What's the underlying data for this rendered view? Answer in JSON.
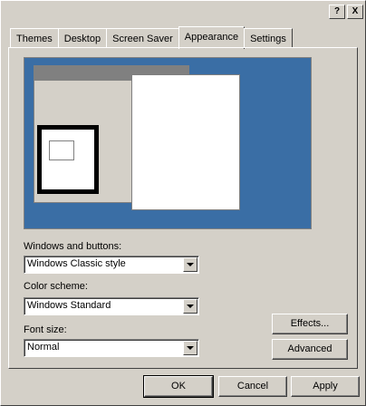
{
  "window": {
    "help_button": "?",
    "close_button": "X"
  },
  "tabs": [
    {
      "label": "Themes"
    },
    {
      "label": "Desktop"
    },
    {
      "label": "Screen Saver"
    },
    {
      "label": "Appearance"
    },
    {
      "label": "Settings"
    }
  ],
  "appearance": {
    "windows_buttons_label": "Windows and buttons:",
    "windows_buttons_value": "Windows Classic style",
    "color_scheme_label": "Color scheme:",
    "color_scheme_value": "Windows Standard",
    "font_size_label": "Font size:",
    "font_size_value": "Normal",
    "effects_button": "Effects...",
    "advanced_button": "Advanced"
  },
  "dialog_buttons": {
    "ok": "OK",
    "cancel": "Cancel",
    "apply": "Apply"
  }
}
